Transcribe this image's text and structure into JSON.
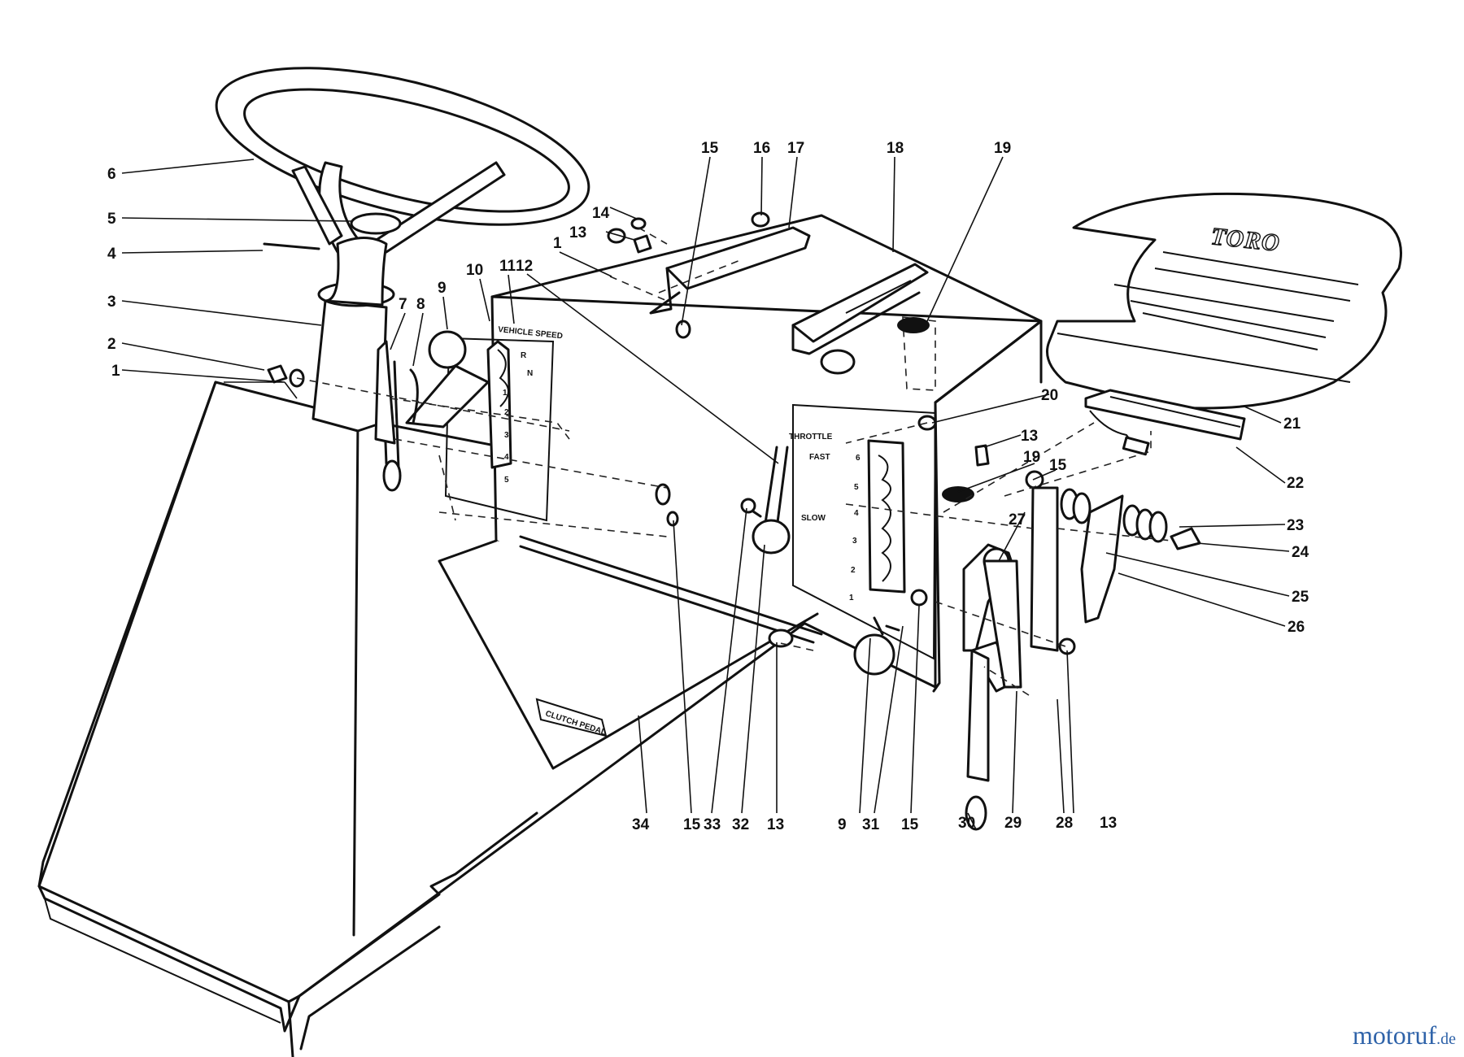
{
  "callouts": {
    "c1a": "1",
    "c2": "2",
    "c3": "3",
    "c4": "4",
    "c5": "5",
    "c6": "6",
    "c7": "7",
    "c8": "8",
    "c9a": "9",
    "c10": "10",
    "c11": "11",
    "c12": "12",
    "c1b": "1",
    "c13a": "13",
    "c14": "14",
    "c15a": "15",
    "c16": "16",
    "c17": "17",
    "c18": "18",
    "c19a": "19",
    "c20": "20",
    "c13b": "13",
    "c19b": "19",
    "c15b": "15",
    "c21": "21",
    "c22": "22",
    "c23": "23",
    "c24": "24",
    "c25": "25",
    "c26": "26",
    "c27": "27",
    "c34": "34",
    "c15c": "15",
    "c33": "33",
    "c32": "32",
    "c13c": "13",
    "c9b": "9",
    "c31": "31",
    "c15d": "15",
    "c30": "30",
    "c29": "29",
    "c28": "28",
    "c13d": "13"
  },
  "decals": {
    "vehicle_speed": "VEHICLE SPEED",
    "throttle": "THROTTLE",
    "fast": "FAST",
    "slow": "SLOW",
    "clutch_pedal": "CLUTCH PEDAL",
    "gear_r": "R",
    "gear_n": "N",
    "gears_left": [
      "1",
      "2",
      "3",
      "4",
      "5"
    ],
    "gears_right": [
      "6",
      "5",
      "4",
      "3",
      "2",
      "1"
    ]
  },
  "seat_brand": "TORO",
  "watermark": {
    "name": "motoruf",
    "suffix": ".de"
  }
}
